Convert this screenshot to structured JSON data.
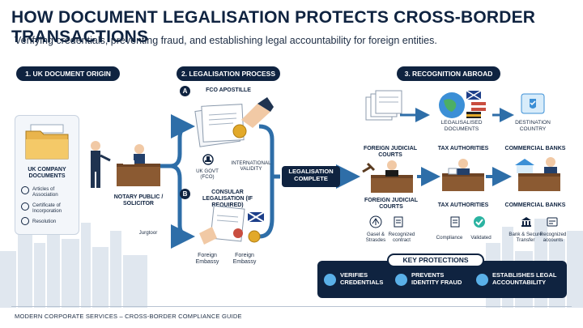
{
  "header": {
    "title": "HOW DOCUMENT LEGALISATION PROTECTS CROSS-BORDER TRANSACTIONS",
    "subtitle": "Verifying credentials, preventing fraud, and establishing legal accountability for foreign entities."
  },
  "sections": {
    "origin": "1. UK DOCUMENT ORIGIN",
    "process": "2. LEGALISATION PROCESS",
    "recognition": "3. RECOGNITION ABROAD"
  },
  "origin": {
    "docs_label": "UK COMPANY DOCUMENTS",
    "items": [
      "Articles of Association",
      "Certificate of Incorporation",
      "Resolution"
    ],
    "notary_label": "NOTARY PUBLIC / SOLICITOR",
    "signatory_label": "Jurgtoor"
  },
  "process": {
    "step_a_badge": "A",
    "step_a_label": "FCO APOSTILLE",
    "govt_label": "UK GOVT (FCO)",
    "validity_label": "INTERNATIONAL VALIDITY",
    "step_b_badge": "B",
    "step_b_label": "CONSULAR LEGALISATION (IF REQUIRED)",
    "embassy_1": "Foreign Embassy",
    "embassy_2": "Foreign Embassy",
    "complete_label": "LEGALISATION COMPLETE"
  },
  "recognition": {
    "legalised_docs": "LEGALISALISED DOCUMENTS",
    "destination": "DESTINATION COUNTRY",
    "top_row": [
      "FOREIGN JUDICIAL COURTS",
      "TAX AUTHORITIES",
      "COMMERCIAL BANKS"
    ],
    "courts_label": "FOREIGN JUDICIAL COURTS",
    "courts_items": [
      "Gasel & Strasdes",
      "Recognized contract"
    ],
    "tax_label": "TAX AUTHORITIES",
    "tax_items": [
      "Compliance",
      "Validated"
    ],
    "banks_label": "COMMERCIAL BANKS",
    "banks_items": [
      "Bank & Secure Transfer",
      "Recognized accounts"
    ]
  },
  "protections": {
    "title": "KEY PROTECTIONS",
    "items": [
      "VERIFIES CREDENTIALS",
      "PREVENTS IDENTITY FRAUD",
      "ESTABLISHES LEGAL ACCOUNTABILITY"
    ]
  },
  "footer": "MODERN CORPORATE SERVICES – CROSS-BORDER COMPLIANCE GUIDE",
  "colors": {
    "navy": "#0f2340",
    "blue": "#2e6ea8",
    "light_blue": "#5ab0e8",
    "gold": "#e2a92a"
  },
  "icons": [
    "folder-icon",
    "document-icon",
    "certificate-icon",
    "gavel-icon",
    "shield-check-icon",
    "user-check-icon",
    "scales-icon",
    "bank-icon",
    "stamp-icon",
    "globe-icon"
  ]
}
